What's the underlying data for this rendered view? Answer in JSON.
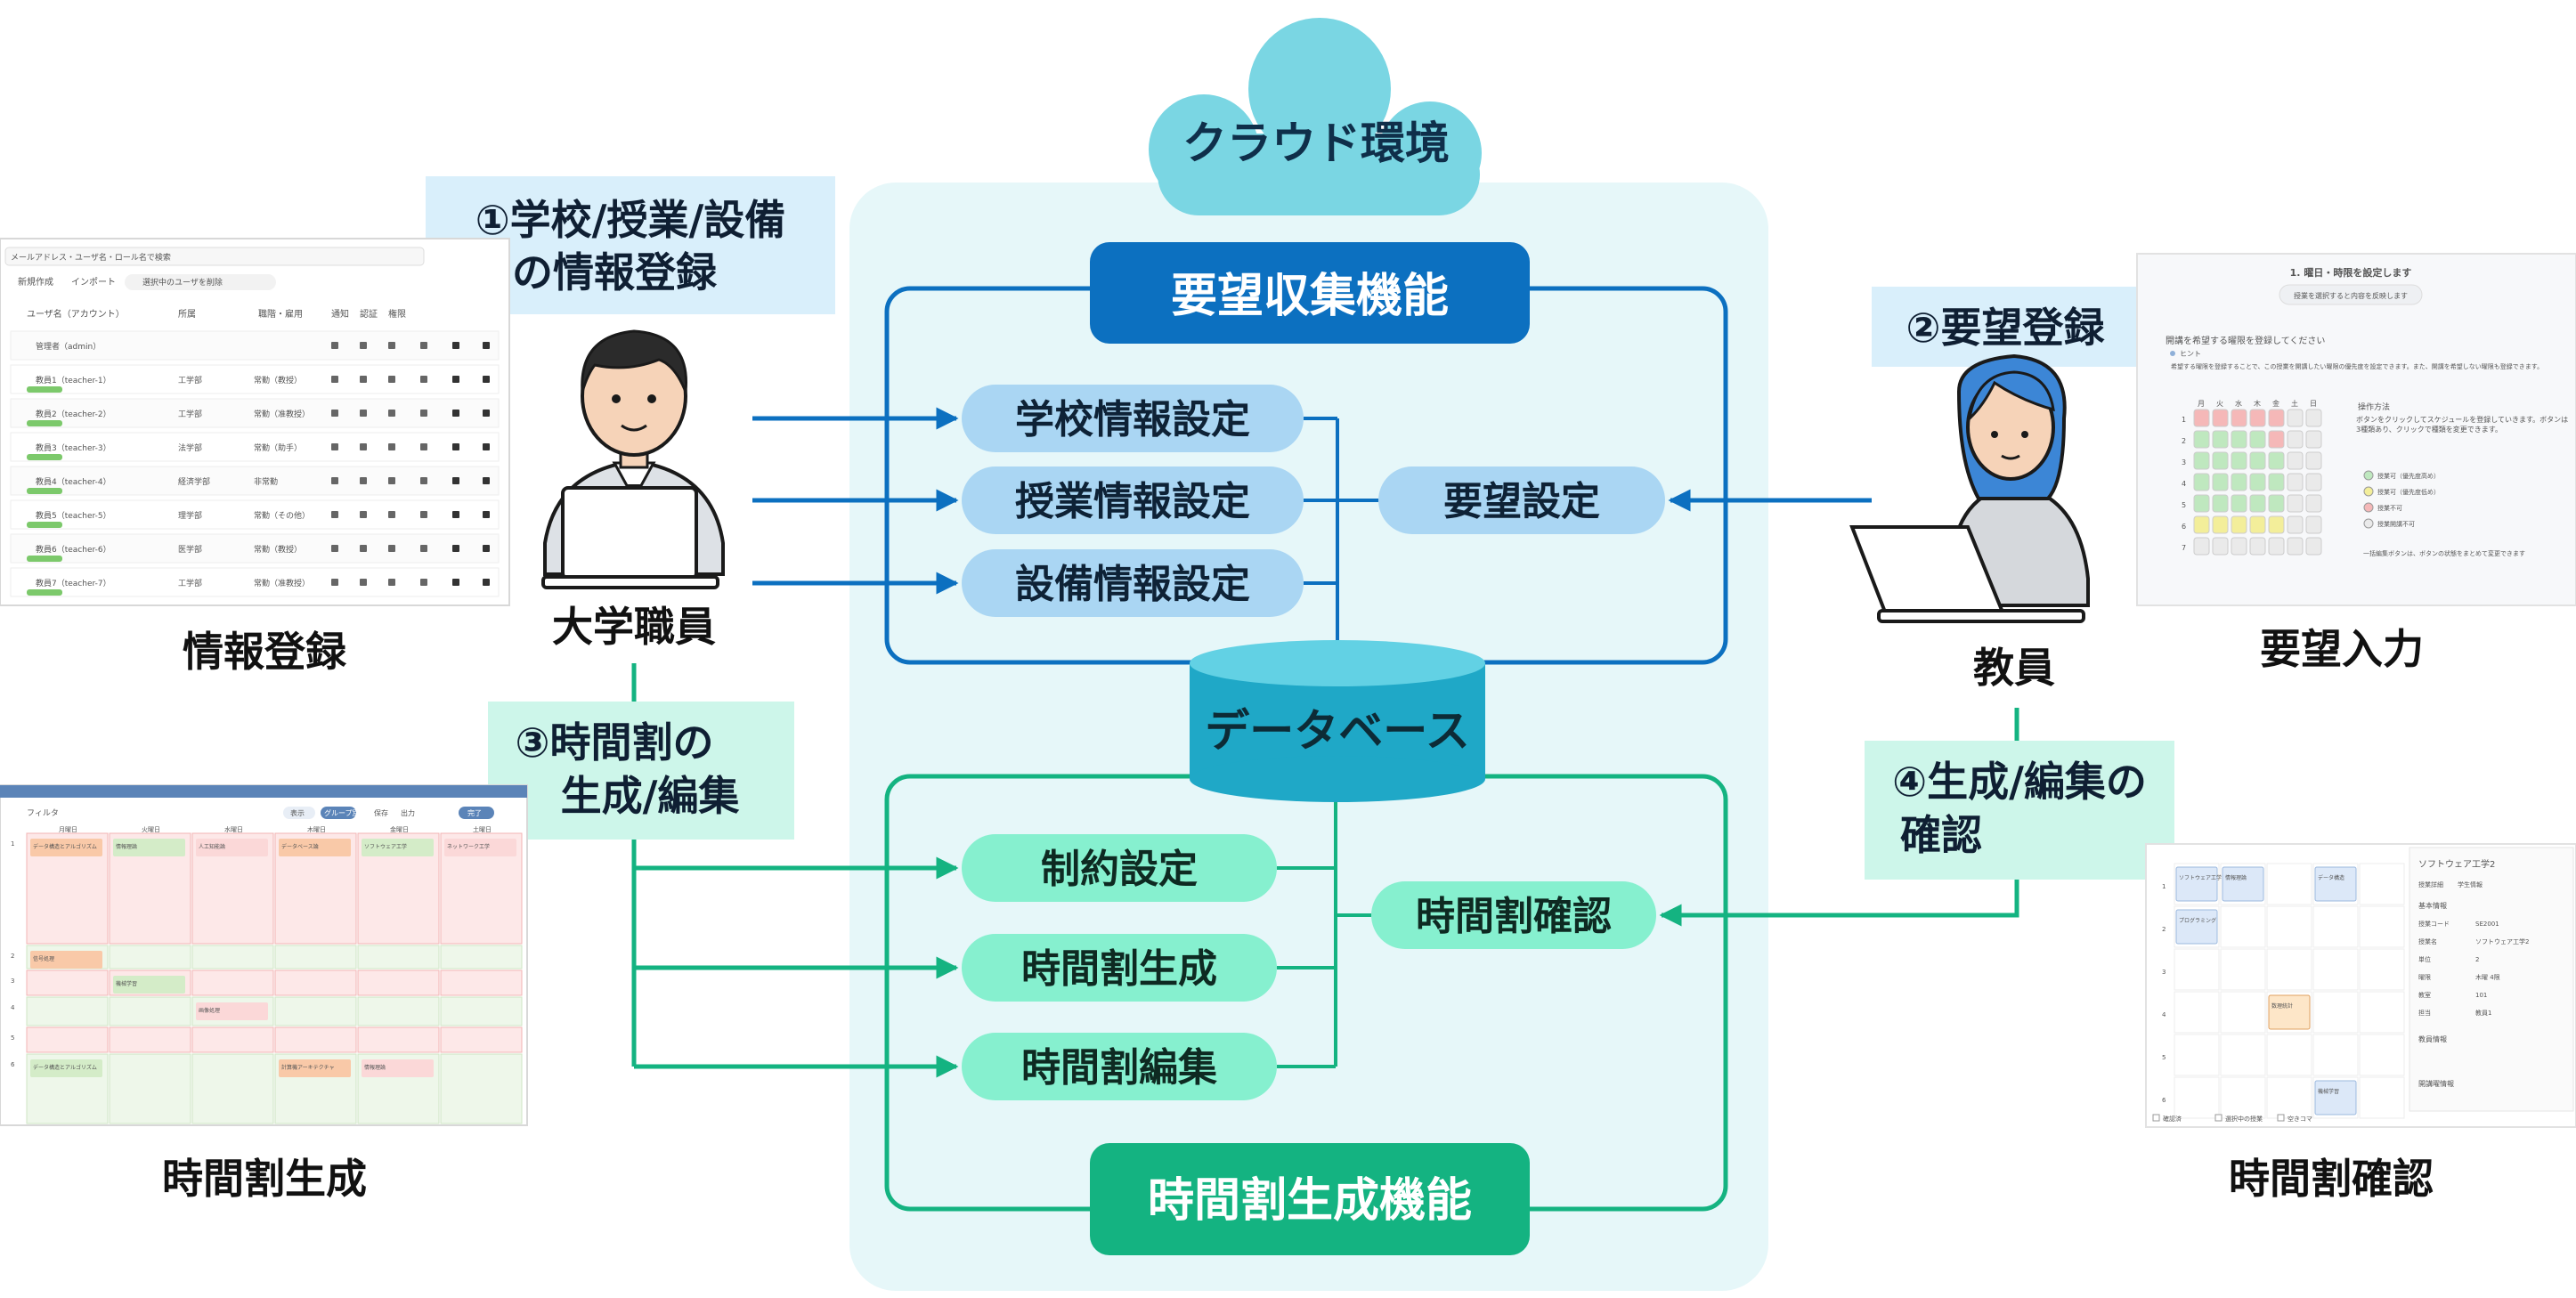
{
  "cloud": {
    "label": "クラウド環境"
  },
  "request": {
    "title": "要望収集機能",
    "items": [
      "学校情報設定",
      "授業情報設定",
      "設備情報設定"
    ],
    "setting": "要望設定"
  },
  "database": {
    "label": "データベース"
  },
  "timetable": {
    "title": "時間割生成機能",
    "items": [
      "制約設定",
      "時間割生成",
      "時間割編集"
    ],
    "confirm": "時間割確認"
  },
  "staff": {
    "label": "大学職員"
  },
  "teacher": {
    "label": "教員"
  },
  "steps": {
    "s1": [
      "①学校/授業/設備",
      "の情報登録"
    ],
    "s2": [
      "②要望登録"
    ],
    "s3": [
      "③時間割の",
      "生成/編集"
    ],
    "s4": [
      "④生成/編集の",
      "確認"
    ]
  },
  "screens": {
    "info_register": {
      "caption": "情報登録",
      "search_placeholder": "メールアドレス・ユーザ名・ロール名で検索",
      "buttons": [
        "新規作成",
        "インポート",
        "選択中のユーザを削除"
      ],
      "headers": [
        "ユーザ名（アカウント）",
        "所属",
        "職階・雇用",
        "通知",
        "認証",
        "権限",
        "",
        ""
      ],
      "rows": [
        [
          "管理者（admin）",
          "",
          ""
        ],
        [
          "教員1（teacher-1）",
          "工学部",
          "常勤（教授）"
        ],
        [
          "教員2（teacher-2）",
          "工学部",
          "常勤（准教授）"
        ],
        [
          "教員3（teacher-3）",
          "法学部",
          "常勤（助手）"
        ],
        [
          "教員4（teacher-4）",
          "経済学部",
          "非常勤"
        ],
        [
          "教員5（teacher-5）",
          "理学部",
          "常勤（その他）"
        ],
        [
          "教員6（teacher-6）",
          "医学部",
          "常勤（教授）"
        ],
        [
          "教員7（teacher-7）",
          "工学部",
          "常勤（准教授）"
        ]
      ]
    },
    "timetable_generate": {
      "caption": "時間割生成",
      "toolbar": [
        "フィルタ",
        "表示",
        "グループ別",
        "保存",
        "出力",
        "完了"
      ],
      "days": [
        "月曜日",
        "火曜日",
        "水曜日",
        "木曜日",
        "金曜日",
        "土曜日"
      ],
      "courses": [
        "データ構造とアルゴリズム",
        "情報理論",
        "人工知能論",
        "データベース論",
        "ソフトウェア工学",
        "ネットワーク工学",
        "信号処理",
        "機械学習",
        "画像処理",
        "計算機アーキテクチャ"
      ]
    },
    "request_input": {
      "caption": "要望入力",
      "step_title": "1. 曜日・時限を設定します",
      "step_button": "授業を選択すると内容を反映します",
      "instruction": "開講を希望する曜限を登録してください",
      "hint_label": "ヒント",
      "hint_text": "希望する曜限を登録することで、この授業を開講したい曜限の優先度を設定できます。また、開講を希望しない曜限も登録できます。",
      "day_labels": [
        "月",
        "火",
        "水",
        "木",
        "金",
        "土",
        "日"
      ],
      "periods": [
        "1",
        "2",
        "3",
        "4",
        "5",
        "6",
        "7"
      ],
      "howto_title": "操作方法",
      "howto_text": "ボタンをクリックしてスケジュールを登録していきます。ボタンは3種類あり、クリックで種類を変更できます。",
      "legend": [
        "授業可（優先度高め）",
        "授業可（優先度低め）",
        "授業不可",
        "授業開講不可"
      ],
      "footer": "一括編集ボタンは、ボタンの状態をまとめて変更できます"
    },
    "timetable_confirm": {
      "caption": "時間割確認",
      "panel_title": "ソフトウェア工学2",
      "tabs": [
        "授業詳細",
        "学生情報"
      ],
      "section1": "基本情報",
      "fields": [
        [
          "授業コード",
          "SE2001"
        ],
        [
          "授業名",
          "ソフトウェア工学2"
        ],
        [
          "単位",
          "2"
        ],
        [
          "曜限",
          "木曜 4限"
        ],
        [
          "教室",
          "101"
        ],
        [
          "担当",
          "教員1"
        ]
      ],
      "section2": "教員情報",
      "section3": "開講曜情報",
      "courses": [
        "ソフトウェア工学",
        "情報理論",
        "データ構造",
        "プログラミング",
        "数理統計",
        "機械学習"
      ],
      "legend": [
        "確認済",
        "選択中の授業",
        "空きコマ"
      ]
    }
  },
  "colors": {
    "blue": "#0c70c0",
    "blue_dark": "#0a69b5",
    "blue_light": "#aad6f3",
    "green": "#14b381",
    "green_dark": "#0fa879",
    "green_light": "#86f0cf",
    "cloud": "#7ad6e3",
    "cloud_area": "#e6f7f9",
    "step_bg": "#d9effb",
    "step_green_bg": "#cdf6ea",
    "db": "#1fa8c7"
  }
}
